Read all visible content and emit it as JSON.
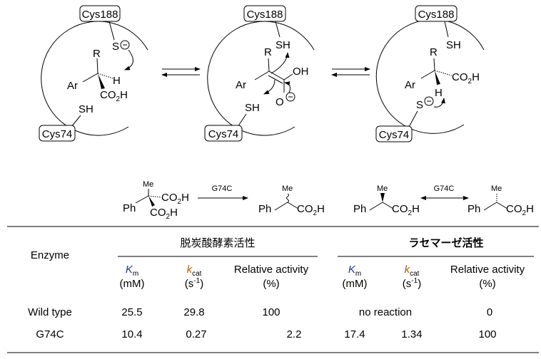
{
  "mechanism": {
    "residue_top": "Cys188",
    "residue_bottom": "Cys74",
    "panel1": {
      "R": "R",
      "Ar": "Ar",
      "H": "H",
      "acid": "CO",
      "acid_sub": "2",
      "acid_h": "H",
      "thiolate": "S",
      "thiol": "SH"
    },
    "panel2": {
      "R": "R",
      "Ar": "Ar",
      "OH": "OH",
      "O": "O",
      "thiol_top": "SH",
      "thiol_bottom": "SH"
    },
    "panel3": {
      "R": "R",
      "Ar": "Ar",
      "H": "H",
      "acid": "CO",
      "acid_sub": "2",
      "acid_h": "H",
      "thiol": "SH",
      "thiolate": "S"
    },
    "charge": "−"
  },
  "reactions": {
    "substituent": "Me",
    "phenyl": "Ph",
    "acid": "CO",
    "acid_sub": "2",
    "acid_h": "H",
    "enzyme_label": "G74C"
  },
  "table": {
    "group1": "脱炭酸酵素活性",
    "group2": "ラセマーゼ活性",
    "enzyme_header": "Enzyme",
    "km": "K",
    "km_sub": "m",
    "km_unit": "(mM)",
    "kcat": "k",
    "kcat_sub": "cat",
    "kcat_unit_open": "(s",
    "kcat_unit_exp": "-1",
    "kcat_unit_close": ")",
    "rel": "Relative activity",
    "rel_unit": "(%)",
    "rows": [
      {
        "enzyme": "Wild type",
        "km1": "25.5",
        "kcat1": "29.8",
        "rel1": "100",
        "race": "no reaction",
        "rel2": "0"
      },
      {
        "enzyme": "G74C",
        "km1": "10.4",
        "kcat1": "0.27",
        "rel1": "2.2",
        "km2": "17.4",
        "kcat2": "1.34",
        "rel2": "100"
      }
    ],
    "colors": {
      "km_accent": "#1a3aa0",
      "kcat_accent": "#b06000"
    }
  }
}
